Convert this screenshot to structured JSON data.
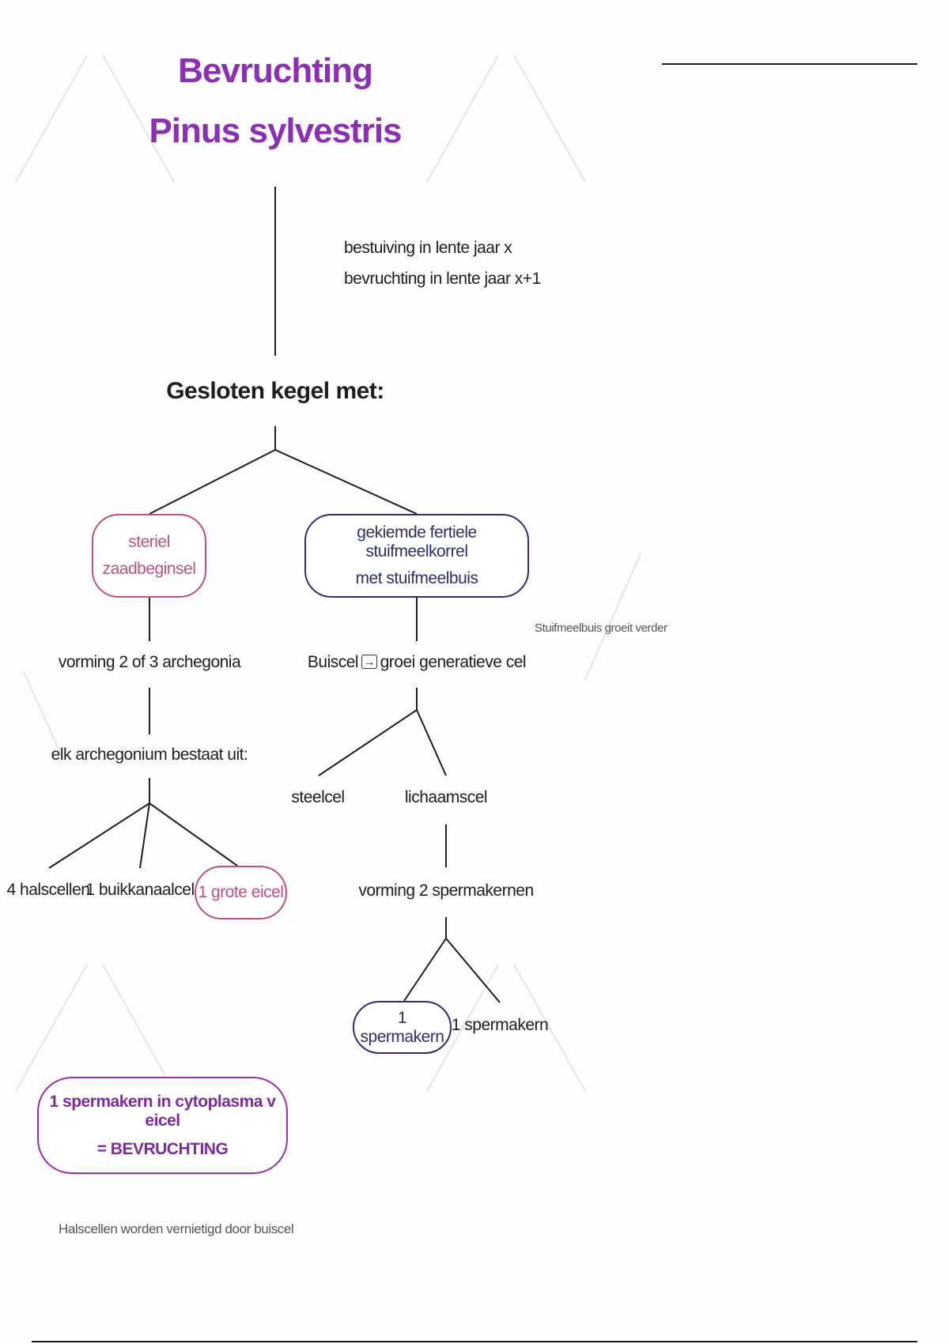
{
  "title": {
    "line1": "Bevruchting",
    "line2": "Pinus sylvestris"
  },
  "timing": {
    "line1": "bestuiving in lente jaar x",
    "line2": "bevruchting in lente jaar x+1"
  },
  "root": "Gesloten kegel met:",
  "left": {
    "box": {
      "line1": "steriel",
      "line2": "zaadbeginsel"
    },
    "step1": "vorming 2 of 3 archegonia",
    "step2": "elk archegonium bestaat uit:",
    "children": [
      "4 halscellen",
      "1 buikkanaalcel",
      "1 grote eicel"
    ]
  },
  "right": {
    "box": {
      "line1": "gekiemde fertiele stuifmeelkorrel",
      "line2": "met stuifmeelbuis"
    },
    "note": "Stuifmeelbuis groeit verder",
    "step1_a": "Buiscel",
    "step1_icon": "arrow-right-icon",
    "step1_b": "groei generatieve cel",
    "children": [
      "steelcel",
      "lichaamscel"
    ],
    "step2": "vorming 2 spermakernen",
    "sperm": [
      "1 spermakern",
      "1 spermakern"
    ]
  },
  "result": {
    "line1": "1 spermakern in cytoplasma v eicel",
    "line2": "= BEVRUCHTING"
  },
  "footnote": "Halscellen worden vernietigd door buiscel",
  "colors": {
    "title": "#8b2fb5",
    "pink": "#c0517f",
    "navy": "#2d2f6e",
    "purple": "#9a2fae"
  }
}
